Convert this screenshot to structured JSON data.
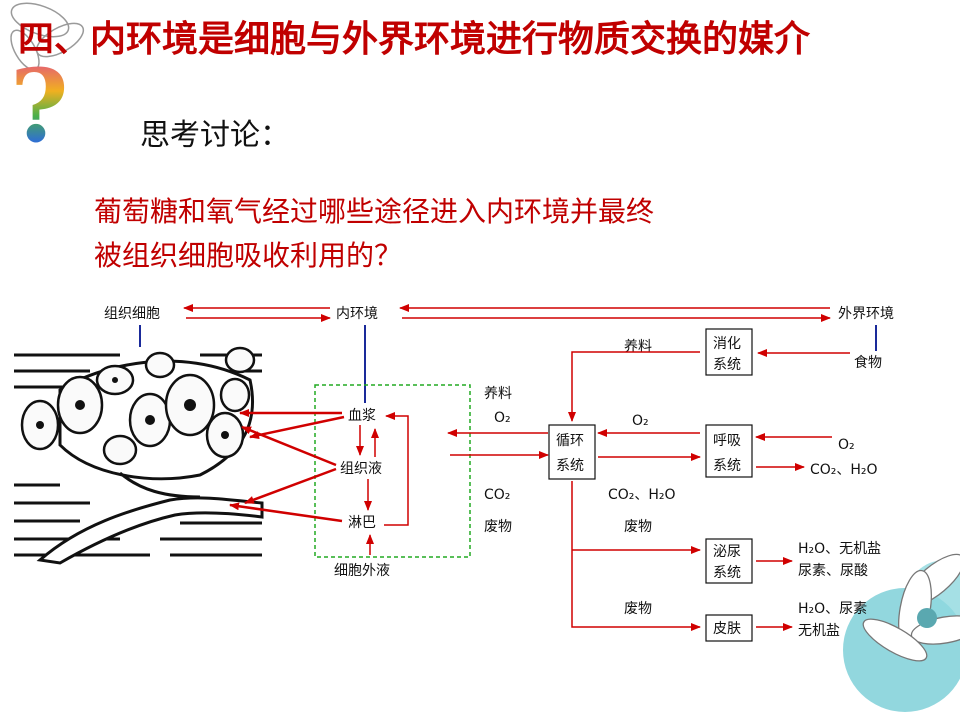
{
  "title": "四、内环境是细胞与外界环境进行物质交换的媒介",
  "subtitle": "思考讨论：",
  "question_line1": "葡萄糖和氧气经过哪些途径进入内环境并最终",
  "question_line2": "被组织细胞吸收利用的？",
  "qmark": "?",
  "colors": {
    "title": "#c00000",
    "arrow": "#d00000",
    "link": "#1a2a9a",
    "ecf_border": "#22aa22"
  },
  "diagram": {
    "top_cell": "组织细胞",
    "top_env": "内环境",
    "top_outside": "外界环境",
    "plasma": "血浆",
    "tissue_fluid": "组织液",
    "lymph": "淋巴",
    "ecf": "细胞外液",
    "nutrients_1": "养料",
    "nutrients_2": "养料",
    "o2_a": "O₂",
    "o2_b": "O₂",
    "o2_c": "O₂",
    "co2_a": "CO₂",
    "co2_h2o_a": "CO₂、H₂O",
    "co2_h2o_b": "CO₂、H₂O",
    "waste_1": "废物",
    "waste_2": "废物",
    "waste_3": "废物",
    "circ_l1": "循环",
    "circ_l2": "系统",
    "dig_l1": "消化",
    "dig_l2": "系统",
    "resp_l1": "呼吸",
    "resp_l2": "系统",
    "uri_l1": "泌尿",
    "uri_l2": "系统",
    "skin": "皮肤",
    "food": "食物",
    "uri_out1": "H₂O、无机盐",
    "uri_out2": "尿素、尿酸",
    "skin_out1": "H₂O、尿素",
    "skin_out2": "无机盐"
  }
}
